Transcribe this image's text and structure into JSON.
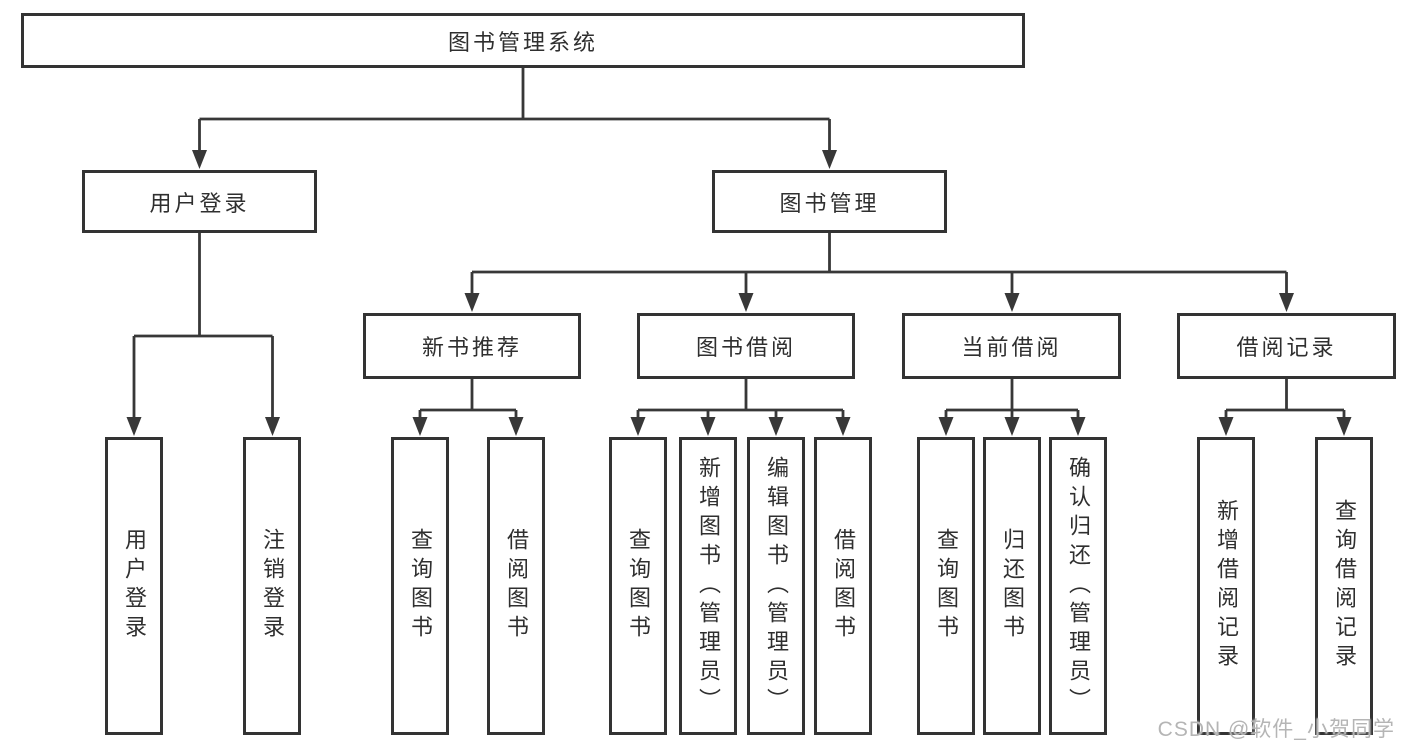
{
  "diagram": {
    "root": {
      "label": "图书管理系统"
    },
    "branches": [
      {
        "label": "用户登录",
        "children": [
          {
            "label": "用户登录"
          },
          {
            "label": "注销登录"
          }
        ]
      },
      {
        "label": "图书管理",
        "children": [
          {
            "label": "新书推荐",
            "children": [
              {
                "label": "查询图书"
              },
              {
                "label": "借阅图书"
              }
            ]
          },
          {
            "label": "图书借阅",
            "children": [
              {
                "label": "查询图书"
              },
              {
                "label": "新增图书（管理员）"
              },
              {
                "label": "编辑图书（管理员）"
              },
              {
                "label": "借阅图书"
              }
            ]
          },
          {
            "label": "当前借阅",
            "children": [
              {
                "label": "查询图书"
              },
              {
                "label": "归还图书"
              },
              {
                "label": "确认归还（管理员）"
              }
            ]
          },
          {
            "label": "借阅记录",
            "children": [
              {
                "label": "新增借阅记录"
              },
              {
                "label": "查询借阅记录"
              }
            ]
          }
        ]
      }
    ]
  },
  "watermark": {
    "text": "CSDN @软件_小贺同学"
  },
  "colors": {
    "line": "#383838",
    "box_border": "#333333",
    "text": "#2f2f2f",
    "watermark": "#b5b5b5",
    "background": "#ffffff"
  }
}
